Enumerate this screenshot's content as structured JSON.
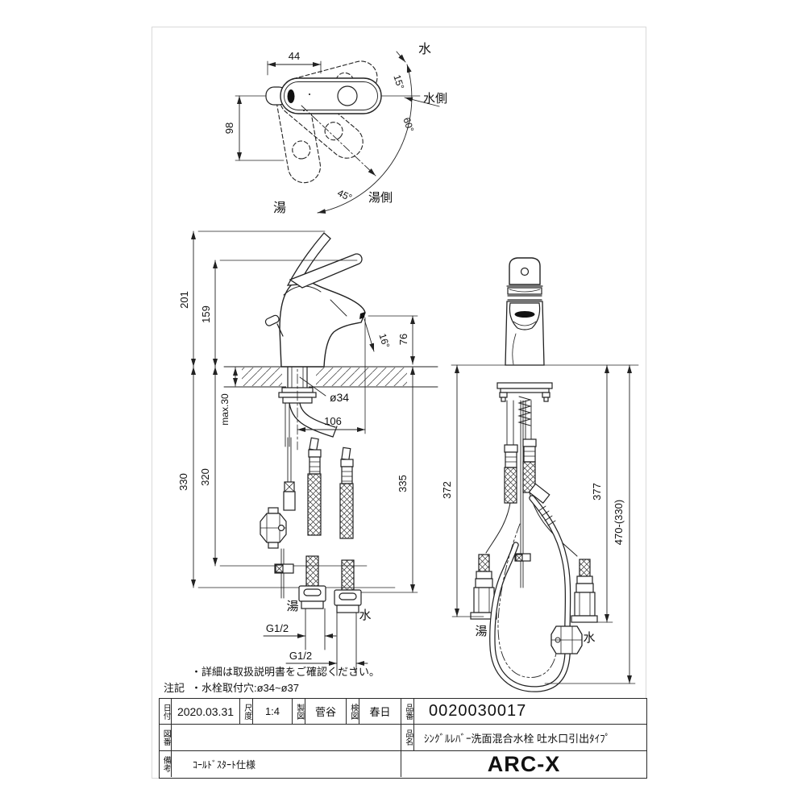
{
  "top_view": {
    "dim_width": "44",
    "dim_depth": "98",
    "label_cold": "水",
    "angle_cold": "15°",
    "label_cold_side": "水側",
    "angle_range": "60°",
    "label_hot_side": "湯側",
    "angle_hot": "45°",
    "label_hot": "湯"
  },
  "front_view": {
    "dim_total_height": "201",
    "dim_lever_height": "159",
    "dim_spout_height": "76",
    "dim_spout_angle": "16°",
    "dim_counter": "max.30",
    "dim_hole": "ø34",
    "dim_reach": "106",
    "dim_hose_left": "330",
    "dim_hose_mid": "320",
    "dim_hose_right": "335",
    "label_hot": "湯",
    "label_cold": "水",
    "thread_hot": "G1/2",
    "thread_cold": "G1/2"
  },
  "side_view": {
    "dim_hot_hose": "372",
    "dim_cold_hose": "377",
    "dim_pullout": "470-(330)",
    "label_hot": "湯",
    "label_cold": "水"
  },
  "notes": {
    "heading": "注記",
    "line1": "・詳細は取扱説明書をご確認ください。",
    "line2": "・水栓取付穴:ø34~ø37"
  },
  "title_block": {
    "date_label": "日付",
    "date_value": "2020.03.31",
    "scale_label": "尺度",
    "scale_value": "1:4",
    "drafter_label": "製図",
    "drafter_value": "菅谷",
    "checker_label": "検図",
    "checker_value": "春日",
    "part_no_label": "品番",
    "part_no_value": "0020030017",
    "drawing_no_label": "図番",
    "drawing_no_value": "",
    "product_name_label": "品名",
    "product_name_value": "ｼﾝｸﾞﾙﾚﾊﾞｰ洗面混合水栓 吐水口引出ﾀｲﾌﾟ",
    "remarks_label": "備考",
    "remarks_value": "ｺｰﾙﾄﾞｽﾀｰﾄ仕様",
    "brand": "ARC-X"
  }
}
